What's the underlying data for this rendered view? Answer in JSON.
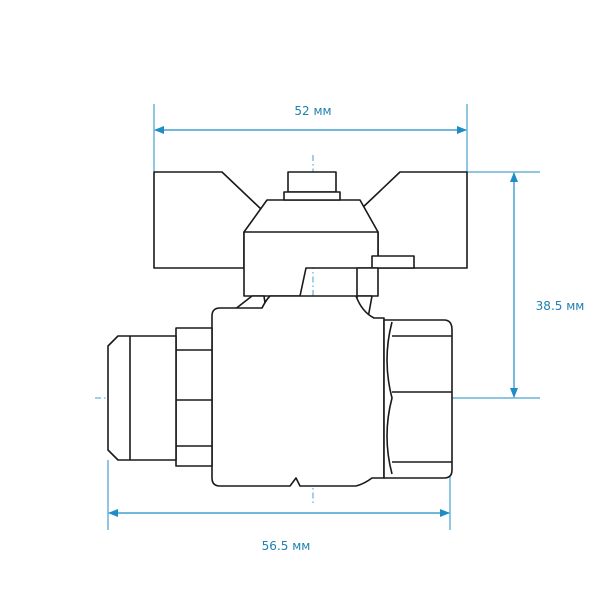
{
  "dimensions": {
    "top_width": "52 мм",
    "height": "38.5 мм",
    "bottom_width": "56.5 мм"
  },
  "colors": {
    "outline": "#1a1a1a",
    "dimension": "#1f8cc6",
    "centerline": "#3aa0d8"
  }
}
